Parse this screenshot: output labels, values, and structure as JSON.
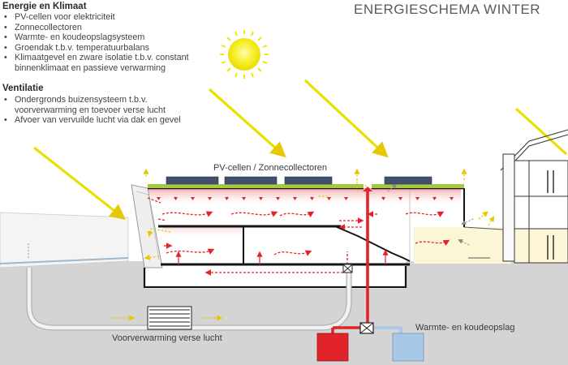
{
  "title": "ENERGIESCHEMA WINTER",
  "energy": {
    "heading": "Energie en Klimaat",
    "items": [
      "PV-cellen voor elektriciteit",
      "Zonnecollectoren",
      "Warmte- en koudeopslagsysteem",
      "Groendak t.b.v. temperatuurbalans",
      "Klimaatgevel en zware isolatie t.b.v. constant binnenklimaat en passieve verwarming"
    ]
  },
  "ventilation": {
    "heading": "Ventilatie",
    "items": [
      "Ondergronds buizensysteem t.b.v. voorverwarming en toevoer verse lucht",
      "Afvoer van vervuilde lucht via dak en gevel"
    ]
  },
  "labels": {
    "roof": "PV-cellen / Zonnecollectoren",
    "preheat": "Voorverwarming verse lucht",
    "storage": "Warmte- en koudeopslag"
  },
  "colors": {
    "sun": "#f2e600",
    "sun_rays": "#e8e000",
    "hot": "#e2232a",
    "cold": "#a7c8e6",
    "green_roof": "#a6c83c",
    "ground": "#d4d4d4",
    "solar_panel": "#41506e"
  }
}
